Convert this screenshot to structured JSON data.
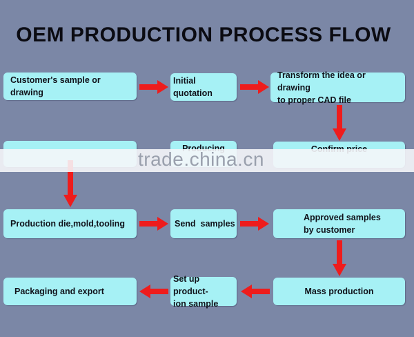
{
  "title": "OEM PRODUCTION PROCESS FLOW",
  "steps": {
    "customer_sample": "Customer's sample or drawing",
    "initial_quotation": "Initial quotation",
    "transform_line1": "Transform the idea or drawing",
    "transform_line2": "to proper CAD file",
    "producing_partial": "Producing",
    "confirm_partial": "Confirm price",
    "production_die": "Production die,mold,tooling",
    "send_samples": "Send  samples",
    "approved_line1": "Approved samples",
    "approved_line2": "by customer",
    "packaging_export": "Packaging and export",
    "setup_line1": "Set up product-",
    "setup_line2": "ion sample",
    "mass_production": "Mass production"
  },
  "watermark": "trade.china.cn",
  "colors": {
    "background": "#7b87a6",
    "box": "#a6f1f5",
    "arrow": "#ee1c1c"
  }
}
